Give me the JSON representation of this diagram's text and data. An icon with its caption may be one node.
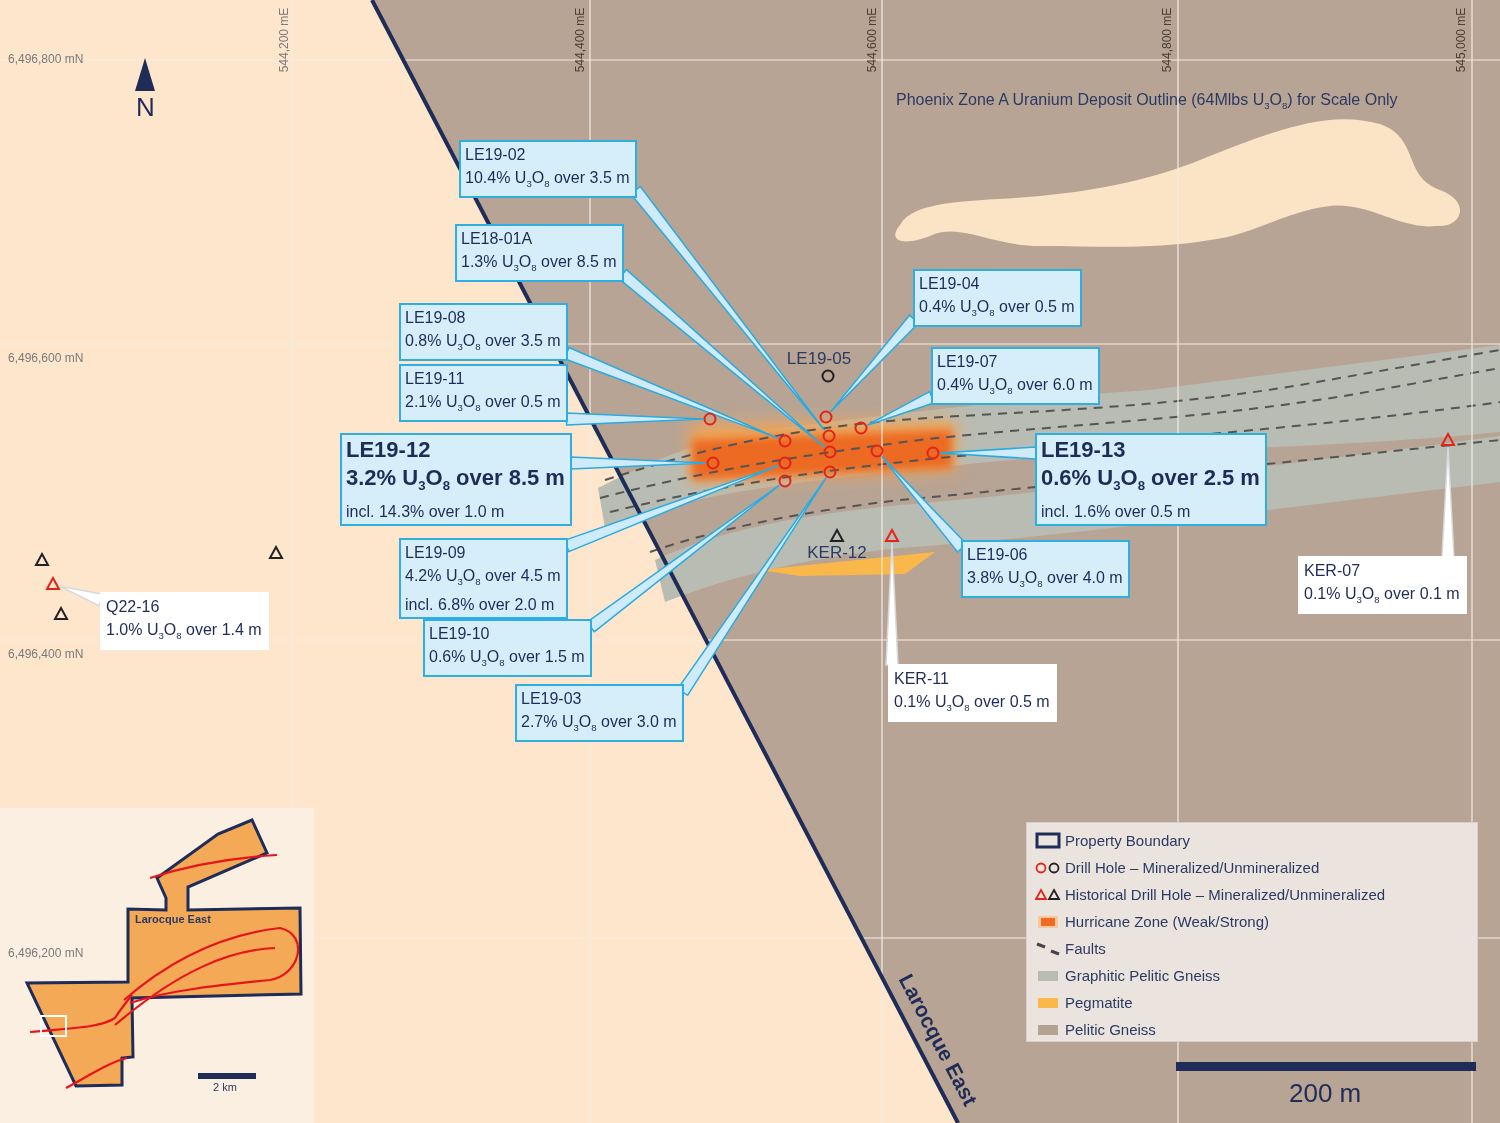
{
  "diagram": {
    "nodes": [
      {
        "text": [
          "LE19-02",
          "10.4% U$_{3}$O$_{8}$ over 3.5 m"
        ]
      },
      {
        "text": [
          "LE18-01A",
          "1.3% U$_{3}$O$_{8}$ over 8.5 m"
        ]
      },
      {
        "text": [
          "LE19-04",
          "0.4% U$_{3}$O$_{8}$ over 0.5 m"
        ]
      },
      {
        "text": [
          "LE19-08",
          "0.8% U$_{3}$O$_{8}$ over 3.5 m"
        ]
      },
      {
        "text": [],
        "shape": "circle",
        "beside": [
          "LE19-05"
        ]
      },
      {
        "text": [
          "LE19-07",
          "0.4% U$_{3}$O$_{8}$ over 6.0 m"
        ]
      },
      {
        "text": [
          "LE19-11",
          "2.1% U$_{3}$O$_{8}$ over 0.5 m"
        ]
      },
      {
        "text": [
          "LE19-12",
          "3.2% U$_{3}$O$_{8}$ over 8.5 m",
          "incl. 14.3% over 1.0 m"
        ]
      },
      {
        "text": [
          "LE19-13",
          "0.6% U$_{3}$O$_{8}$ over 2.5 m",
          "incl. 1.6% over 0.5 m"
        ]
      },
      {
        "text": [],
        "shape": "circle"
      },
      {
        "text": [],
        "shape": "circle"
      },
      {
        "text": [],
        "shape": "circle"
      },
      {
        "text": [],
        "shape": "circle"
      },
      {
        "text": [],
        "shape": "circle"
      },
      {
        "text": [],
        "shape": "circle"
      },
      {
        "text": [],
        "shape": "circle"
      },
      {
        "text": [],
        "shape": "circle"
      },
      {
        "text": [],
        "shape": "circle"
      },
      {
        "text": [],
        "shape": "circle"
      },
      {
        "text": [],
        "shape": "circle"
      },
      {
        "text": [],
        "shape": "circle"
      },
      {
        "text": [],
        "shape": "triangle"
      },
      {
        "text": [],
        "shape": "triangle",
        "beside": [
          "KER-12"
        ]
      },
      {
        "text": [],
        "shape": "triangle"
      },
      {
        "text": [],
        "shape": "triangle"
      },
      {
        "text": [],
        "shape": "triangle"
      },
      {
        "text": [],
        "shape": "triangle"
      },
      {
        "text": [],
        "shape": "triangle"
      },
      {
        "text": [
          "LE19-09",
          "4.2% U$_{3}$O$_{8}$ over 4.5 m",
          "incl. 6.8% over 2.0 m"
        ]
      },
      {
        "text": [
          "LE19-06",
          "3.8% U$_{3}$O$_{8}$ over 4.0 m"
        ]
      },
      {
        "text": [
          "KER-07",
          "0.1% U$_{3}$O$_{8}$ over 0.1 m"
        ]
      },
      {
        "text": [
          "Q22-16",
          "1.0% U$_{3}$O$_{8}$ over 1.4 m"
        ]
      },
      {
        "text": [
          "LE19-10",
          "0.6% U$_{3}$O$_{8}$ over 1.5 m"
        ]
      },
      {
        "text": [
          "KER-11",
          "0.1% U$_{3}$O$_{8}$ over 0.5 m"
        ]
      },
      {
        "text": [
          "LE19-03",
          "2.7% U$_{3}$O$_{8}$ over 3.0 m"
        ]
      }
    ],
    "edges": [
      {
        "from": 0,
        "to": 12,
        "arrow": "none"
      },
      {
        "from": 1,
        "to": 14,
        "arrow": "none"
      },
      {
        "from": 2,
        "to": 10,
        "arrow": "none"
      },
      {
        "from": 3,
        "to": 13,
        "arrow": "none"
      },
      {
        "from": 5,
        "to": 11,
        "arrow": "none"
      },
      {
        "from": 6,
        "to": 9,
        "arrow": "none"
      },
      {
        "from": 7,
        "to": 17,
        "arrow": "none"
      },
      {
        "from": 8,
        "to": 16,
        "arrow": "none"
      },
      {
        "from": 28,
        "to": 18,
        "arrow": "none"
      },
      {
        "from": 29,
        "to": 15,
        "arrow": "none"
      },
      {
        "from": 30,
        "to": 21,
        "arrow": "none",
        "color": "#ffffff"
      },
      {
        "from": 31,
        "to": 26,
        "arrow": "none",
        "color": "#ffffff"
      },
      {
        "from": 32,
        "to": 20,
        "arrow": "none"
      },
      {
        "from": 33,
        "to": 23,
        "arrow": "none",
        "color": "#ffffff"
      },
      {
        "from": 34,
        "to": 19,
        "arrow": "none"
      }
    ],
    "labels": [
      "6,496,800 mN",
      "544,200 mE",
      "544,400 mE",
      "544,600 mE",
      "544,800 mE",
      "545,000 mE",
      "N",
      "Phoenix Zone A Uranium Deposit Outline (64Mlbs U$_{3}$O$_{8}$) for Scale Only",
      "6,496,600 mN",
      "6,496,400 mN",
      "Larocque East",
      "6,496,200 mN",
      "Larocque East",
      "2 km",
      "200 m"
    ],
    "legend": [
      {
        "text": "Property Boundary"
      },
      {
        "text": "Drill Hole – Mineralized/Unmineralized"
      },
      {
        "text": "Historical Drill Hole – Mineralized/Unmineralized"
      },
      {
        "text": "Hurricane Zone (Weak/Strong)"
      },
      {
        "text": "Faults"
      },
      {
        "text": "Graphitic Pelitic Gneiss",
        "color": "#b9bcb2"
      },
      {
        "text": "Pegmatite",
        "color": "#fbb84a"
      },
      {
        "text": "Pelitic Gneiss",
        "color": "#b5a391"
      }
    ]
  }
}
